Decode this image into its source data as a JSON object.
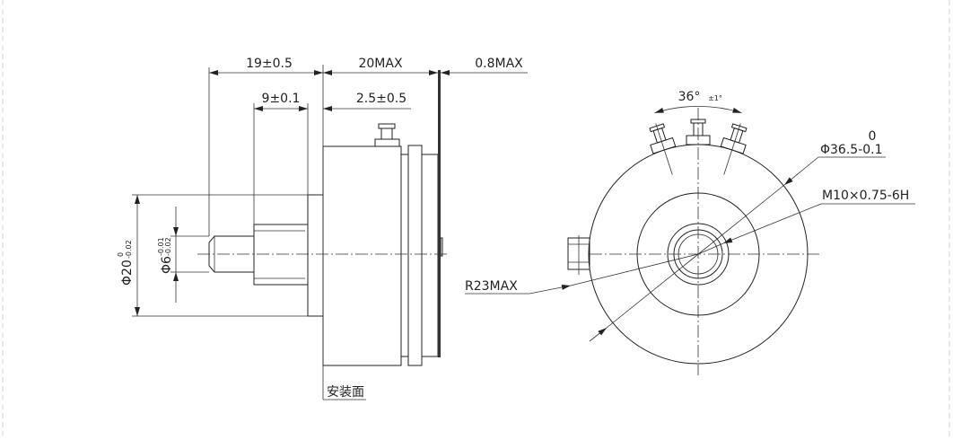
{
  "side_view": {
    "dim_overall_length": "19±0.5",
    "dim_body_length": "20MAX",
    "dim_plate": "0.8MAX",
    "dim_boss_length": "9±0.1",
    "dim_terminal_offset": "2.5±0.5",
    "dim_boss_diameter": "Φ20",
    "dim_boss_tol_upper": "0",
    "dim_boss_tol_lower": "-0.02",
    "dim_shaft_diameter": "Φ6",
    "dim_shaft_tol_upper": "-0.01",
    "dim_shaft_tol_lower": "-0.02",
    "mounting_face_label": "安装面"
  },
  "front_view": {
    "angle_label": "36°",
    "angle_tol": "±1°",
    "outer_diameter_tol": "0",
    "outer_diameter": "Φ36.5-0.1",
    "thread_spec": "M10×0.75-6H",
    "radius_label": "R23MAX"
  }
}
